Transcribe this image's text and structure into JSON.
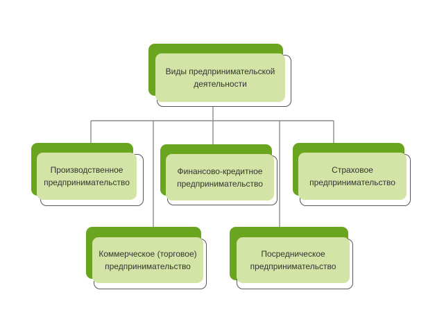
{
  "diagram": {
    "root": {
      "label_line1": "Виды предпринимательской",
      "label_line2": "деятельности"
    },
    "children": [
      {
        "label_line1": "Производственное",
        "label_line2": "предпринимательство"
      },
      {
        "label_line1": "Финансово-кредитное",
        "label_line2": "предпринимательство"
      },
      {
        "label_line1": "Страховое",
        "label_line2": "предпринимательство"
      },
      {
        "label_line1": "Коммерческое (торговое)",
        "label_line2": "предпринимательство"
      },
      {
        "label_line1": "Посредническое",
        "label_line2": "предпринимательство"
      }
    ]
  },
  "colors": {
    "accent_green": "#6aa51f",
    "box_fill": "#d3e4a6",
    "connector": "#8c8c8c"
  }
}
